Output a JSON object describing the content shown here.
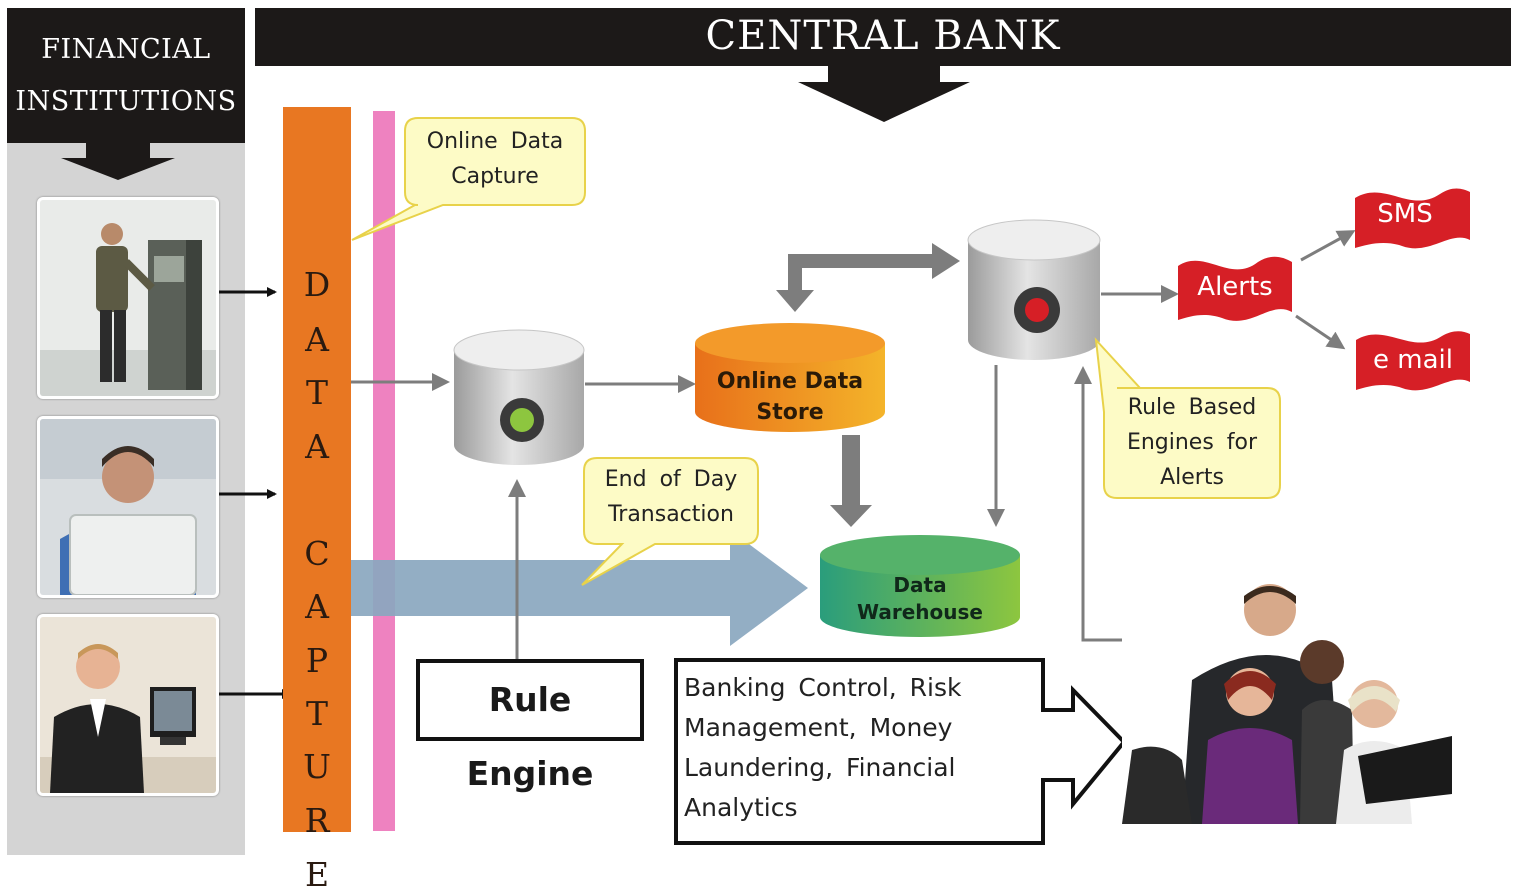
{
  "headers": {
    "financial_institutions": [
      "FINANCIAL",
      "INSTITUTIONS"
    ],
    "central_bank": "CENTRAL BANK"
  },
  "data_capture_letters": [
    "D",
    "A",
    "T",
    "A",
    "C",
    "A",
    "P",
    "T",
    "U",
    "R",
    "E"
  ],
  "callouts": {
    "online_data_capture": [
      "Online Data",
      "Capture"
    ],
    "end_of_day": [
      "End of Day",
      "Transaction"
    ],
    "rule_based_engines": [
      "Rule Based",
      "Engines for",
      "Alerts"
    ]
  },
  "stores": {
    "online_data_store": [
      "Online Data",
      "Store"
    ],
    "data_warehouse": [
      "Data",
      "Warehouse"
    ]
  },
  "alerts": {
    "alerts": "Alerts",
    "sms": "SMS",
    "email": "e mail"
  },
  "rule_engine": "Rule Engine",
  "analytics": [
    "Banking Control, Risk",
    "Management, Money",
    "Laundering, Financial",
    "Analytics"
  ],
  "icons": [
    "atm-user-photo",
    "office-worker-photo",
    "business-man-photo",
    "team-photo",
    "database-green-dot-icon",
    "database-red-dot-icon"
  ],
  "colors": {
    "banner": "#1c1918",
    "data_capture": "#e87722",
    "pink_bar": "#ee82c0",
    "callout": "#fdfbc6",
    "alert_flag": "#d61f26",
    "end_of_day_arrow": "#8aa7bf"
  }
}
